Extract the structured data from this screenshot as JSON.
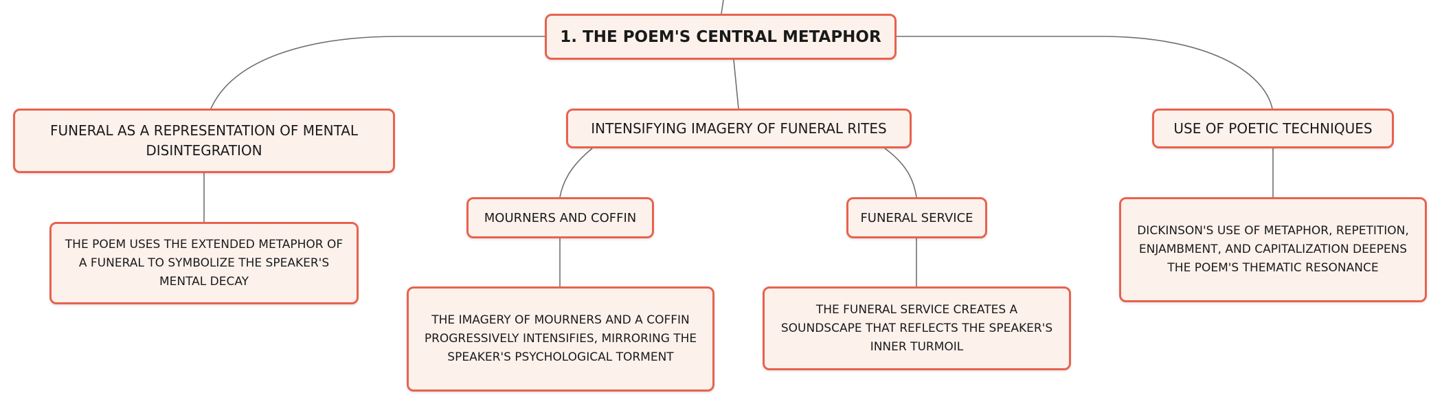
{
  "colors": {
    "node_border": "#e8624e",
    "node_fill": "#fdf1ec",
    "connector": "#6f6f6f",
    "text": "#1a1a1a"
  },
  "map": {
    "root": "1. THE POEM'S CENTRAL METAPHOR",
    "branches": [
      {
        "label": "FUNERAL AS A REPRESENTATION OF MENTAL DISINTEGRATION",
        "detail": "THE POEM USES THE EXTENDED METAPHOR OF A FUNERAL TO SYMBOLIZE THE SPEAKER'S MENTAL DECAY"
      },
      {
        "label": "INTENSIFYING IMAGERY OF FUNERAL RITES",
        "children": [
          {
            "label": "MOURNERS AND COFFIN",
            "detail": "THE IMAGERY OF MOURNERS AND A COFFIN PROGRESSIVELY INTENSIFIES, MIRRORING THE SPEAKER'S PSYCHOLOGICAL TORMENT"
          },
          {
            "label": "FUNERAL SERVICE",
            "detail": "THE FUNERAL SERVICE CREATES A SOUNDSCAPE THAT REFLECTS THE SPEAKER'S INNER TURMOIL"
          }
        ]
      },
      {
        "label": "USE OF POETIC TECHNIQUES",
        "detail": "DICKINSON'S USE OF METAPHOR, REPETITION, ENJAMBMENT, AND CAPITALIZATION DEEPENS THE POEM'S THEMATIC RESONANCE"
      }
    ]
  }
}
